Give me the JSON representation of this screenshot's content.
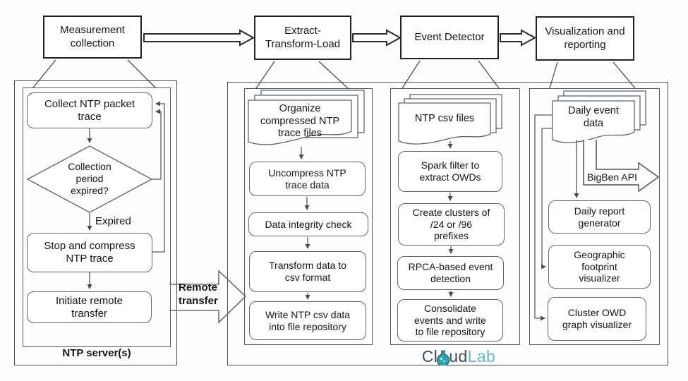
{
  "stages": [
    {
      "label": [
        "Measurement",
        "collection"
      ]
    },
    {
      "label": [
        "Extract-",
        "Transform-Load"
      ]
    },
    {
      "label": "Event Detector"
    },
    {
      "label": [
        "Visualization and",
        "reporting"
      ]
    }
  ],
  "measurement": {
    "collect": [
      "Collect NTP packet",
      "trace"
    ],
    "decision": [
      "Collection",
      "period",
      "expired?"
    ],
    "decision_result": "Expired",
    "stop": [
      "Stop and compress",
      "NTP trace"
    ],
    "initiate": [
      "Initiate remote",
      "transfer"
    ],
    "footer": "NTP server(s)"
  },
  "transfer_label": [
    "Remote",
    "transfer"
  ],
  "etl": {
    "document": [
      "Organize",
      "compressed NTP",
      "trace files"
    ],
    "steps": [
      [
        "Uncompress NTP",
        "trace data"
      ],
      "Data integrity check",
      [
        "Transform data to",
        "csv format"
      ],
      [
        "Write NTP csv data",
        "into file repository"
      ]
    ]
  },
  "events": {
    "document": "NTP csv files",
    "steps": [
      [
        "Spark filter to",
        "extract OWDs"
      ],
      [
        "Create clusters of",
        "/24 or /96",
        "prefixes"
      ],
      [
        "RPCA-based event",
        "detection"
      ],
      [
        "Consolidate",
        "events and write",
        "to file repository"
      ]
    ]
  },
  "visualization": {
    "document": [
      "Daily event",
      "data"
    ],
    "api_label": "BigBen API",
    "steps": [
      [
        "Daily report",
        "generator"
      ],
      [
        "Geographic",
        "footprint",
        "visualizer"
      ],
      [
        "Cluster OWD",
        "graph visualizer"
      ]
    ]
  },
  "logo": {
    "cl": "Cl",
    "ud": "ud",
    "lab": "Lab"
  },
  "colors": {
    "border_dark": "#212121",
    "border_gray": "#5d666d",
    "logo_dark": "#3d4e57",
    "logo_teal": "#63b9c9",
    "flask_teal": "#2aa6b5"
  }
}
